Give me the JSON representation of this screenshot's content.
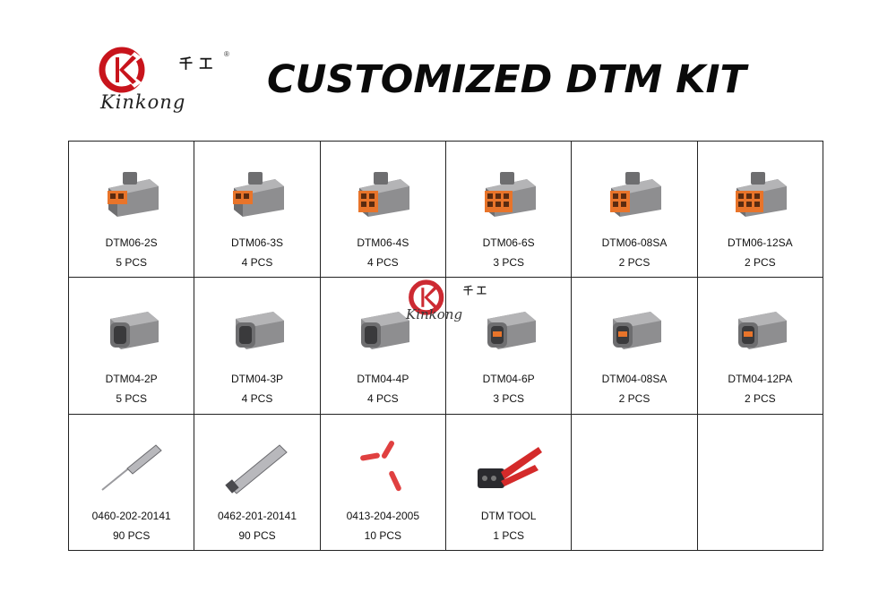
{
  "logo": {
    "cn": "千 工",
    "reg": "®",
    "en": "Kinkong",
    "mark": "KC"
  },
  "title": "CUSTOMIZED DTM KIT",
  "colors": {
    "brand_red": "#c8141c",
    "part_gray": "#8e8e90",
    "part_orange": "#e8742a",
    "tool_red": "#d42a2a"
  },
  "items": [
    {
      "name": "DTM06-2S",
      "qty": "5 PCS",
      "icon": "plug-2-icon"
    },
    {
      "name": "DTM06-3S",
      "qty": "4 PCS",
      "icon": "plug-3-icon"
    },
    {
      "name": "DTM06-4S",
      "qty": "4 PCS",
      "icon": "plug-4-icon"
    },
    {
      "name": "DTM06-6S",
      "qty": "3 PCS",
      "icon": "plug-6-icon"
    },
    {
      "name": "DTM06-08SA",
      "qty": "2 PCS",
      "icon": "plug-8-icon"
    },
    {
      "name": "DTM06-12SA",
      "qty": "2 PCS",
      "icon": "plug-12-icon"
    },
    {
      "name": "DTM04-2P",
      "qty": "5 PCS",
      "icon": "receptacle-2-icon"
    },
    {
      "name": "DTM04-3P",
      "qty": "4  PCS",
      "icon": "receptacle-3-icon"
    },
    {
      "name": "DTM04-4P",
      "qty": "4 PCS",
      "icon": "receptacle-4-icon"
    },
    {
      "name": "DTM04-6P",
      "qty": "3 PCS",
      "icon": "receptacle-6-icon"
    },
    {
      "name": "DTM04-08SA",
      "qty": "2 PCS",
      "icon": "receptacle-8-icon"
    },
    {
      "name": "DTM04-12PA",
      "qty": "2 PCS",
      "icon": "receptacle-12-icon"
    },
    {
      "name": "0460-202-20141",
      "qty": "90 PCS",
      "icon": "male-pin-icon"
    },
    {
      "name": "0462-201-20141",
      "qty": "90 PCS",
      "icon": "female-socket-icon"
    },
    {
      "name": "0413-204-2005",
      "qty": "10 PCS",
      "icon": "sealing-plug-icon"
    },
    {
      "name": "DTM TOOL",
      "qty": "1 PCS",
      "icon": "crimp-tool-icon"
    },
    {
      "name": "",
      "qty": "",
      "icon": ""
    },
    {
      "name": "",
      "qty": "",
      "icon": ""
    }
  ]
}
